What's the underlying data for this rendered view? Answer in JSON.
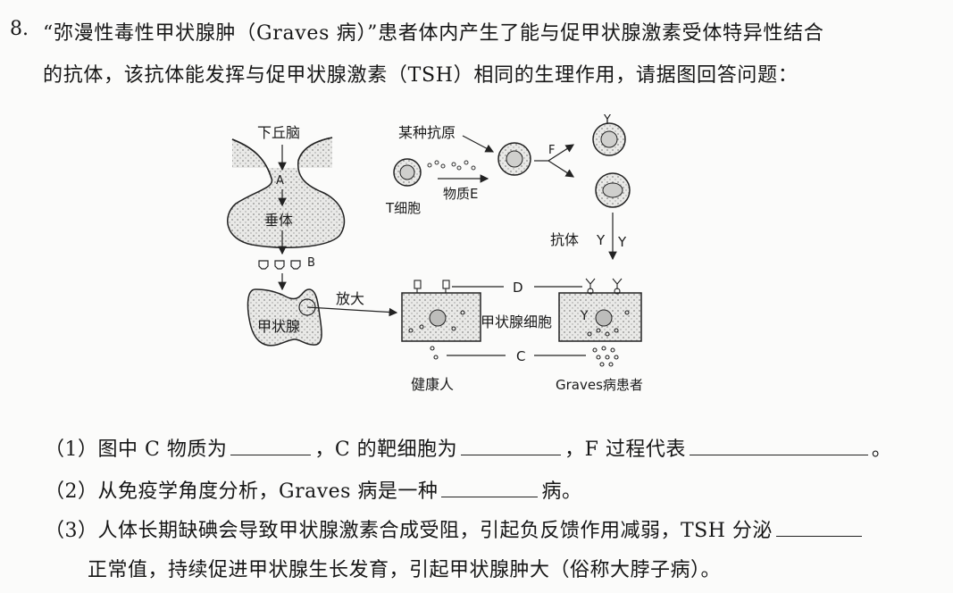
{
  "question": {
    "number": "8.",
    "line1": "“弥漫性毒性甲状腺肿（Graves 病）”患者体内产生了能与促甲状腺激素受体特异性结合",
    "line2": "的抗体，该抗体能发挥与促甲状腺激素（TSH）相同的生理作用，请据图回答问题："
  },
  "diagram": {
    "hypothalamus": "下丘脑",
    "label_a": "A",
    "pituitary": "垂体",
    "label_b": "B",
    "thyroid": "甲状腺",
    "magnify": "放大",
    "antigen": "某种抗原",
    "t_cell": "T细胞",
    "substance_e": "物质E",
    "label_f": "F",
    "antibody": "抗体",
    "antibody_glyph": "Y",
    "label_d": "D",
    "label_c": "C",
    "thyroid_cell": "甲状腺细胞",
    "healthy": "健康人",
    "patient": "Graves病患者"
  },
  "questions": {
    "q1_a": "（1）图中 C 物质为",
    "q1_b": "，C 的靶细胞为",
    "q1_c": "，F 过程代表",
    "q1_end": "。",
    "q2_a": "（2）从免疫学角度分析，Graves 病是一种",
    "q2_b": "病。",
    "q3_a": "（3）人体长期缺碘会导致甲状腺激素合成受阻，引起负反馈作用减弱，TSH 分泌",
    "q3_b": "正常值，持续促进甲状腺生长发育，引起甲状腺肿大（俗称大脖子病）。"
  }
}
